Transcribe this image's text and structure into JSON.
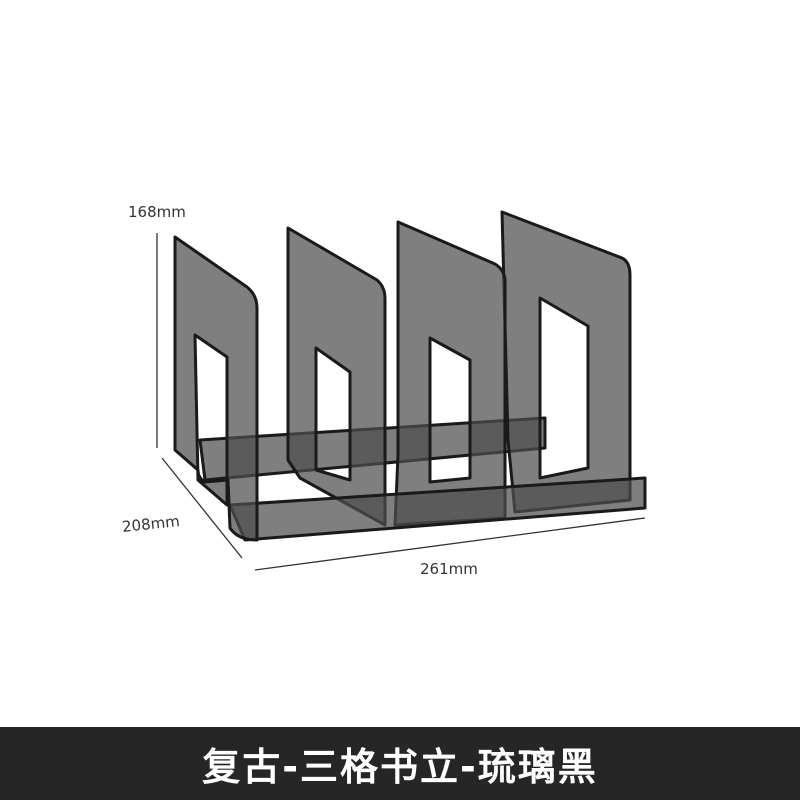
{
  "dimensions": {
    "height": "168mm",
    "depth": "208mm",
    "width": "261mm"
  },
  "banner": {
    "title": "复古-三格书立-琉璃黑"
  },
  "colors": {
    "banner_bg": "#262626",
    "acrylic": "#4a4a4a",
    "edge": "#1a1a1a"
  }
}
